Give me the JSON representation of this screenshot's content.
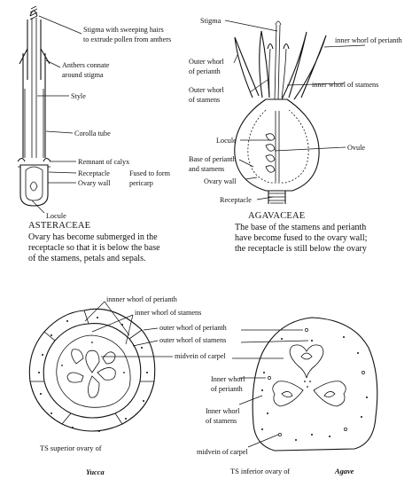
{
  "asteraceae": {
    "labels": {
      "stigma": "Stigma with sweeping hairs",
      "stigma2": "to extrude pollen from anthers",
      "anthers": "Anthers connate",
      "anthers2": "around stigma",
      "style": "Style",
      "corolla": "Corolla tube",
      "calyx": "Remnant of calyx",
      "receptacle": "Receptacle",
      "ovarywall": "Ovary wall",
      "fused": "Fused to form",
      "fused2": "pericarp",
      "locule": "Locule"
    },
    "title": "ASTERACEAE",
    "desc": [
      "Ovary has become submerged in the",
      "receptacle so that it is below the base",
      "of the stamens, petals and sepals."
    ]
  },
  "agavaceae": {
    "labels": {
      "stigma": "Stigma",
      "outer_perianth": "Outer whorl",
      "outer_perianth2": "of perianth",
      "inner_perianth": "inner whorl of perianth",
      "outer_stamens": "Outer whorl",
      "outer_stamens2": "of stamens",
      "inner_stamens": "inner whorl of stamens",
      "locule": "Locule",
      "ovule": "Ovule",
      "base": "Base of perianth",
      "base2": "and stamens",
      "ovarywall": "Ovary wall",
      "receptacle": "Receptacle"
    },
    "title": "AGAVACEAE",
    "desc": [
      "The base of the stamens and perianth",
      "have become fused to the ovary wall;",
      "the receptacle is still below the ovary"
    ]
  },
  "yucca_ts": {
    "labels": {
      "inner_perianth": "innner whorl of perianth",
      "inner_stamens": "inner whorl of stamens",
      "outer_perianth": "outer whorl of perianth",
      "outer_stamens": "outer whorl of stamens",
      "midvein": "midvein of carpel"
    },
    "caption": "TS  superior  ovary  of",
    "caption_taxon": "Yucca"
  },
  "agave_ts": {
    "labels": {
      "inner_perianth": "Inner whorl",
      "inner_perianth2": "of perianth",
      "inner_stamens": "Inner whorl",
      "inner_stamens2": "of stamens",
      "midvein": "midvein of carpel"
    },
    "caption": "TS  inferior  ovary  of",
    "caption_taxon": "Agave"
  }
}
